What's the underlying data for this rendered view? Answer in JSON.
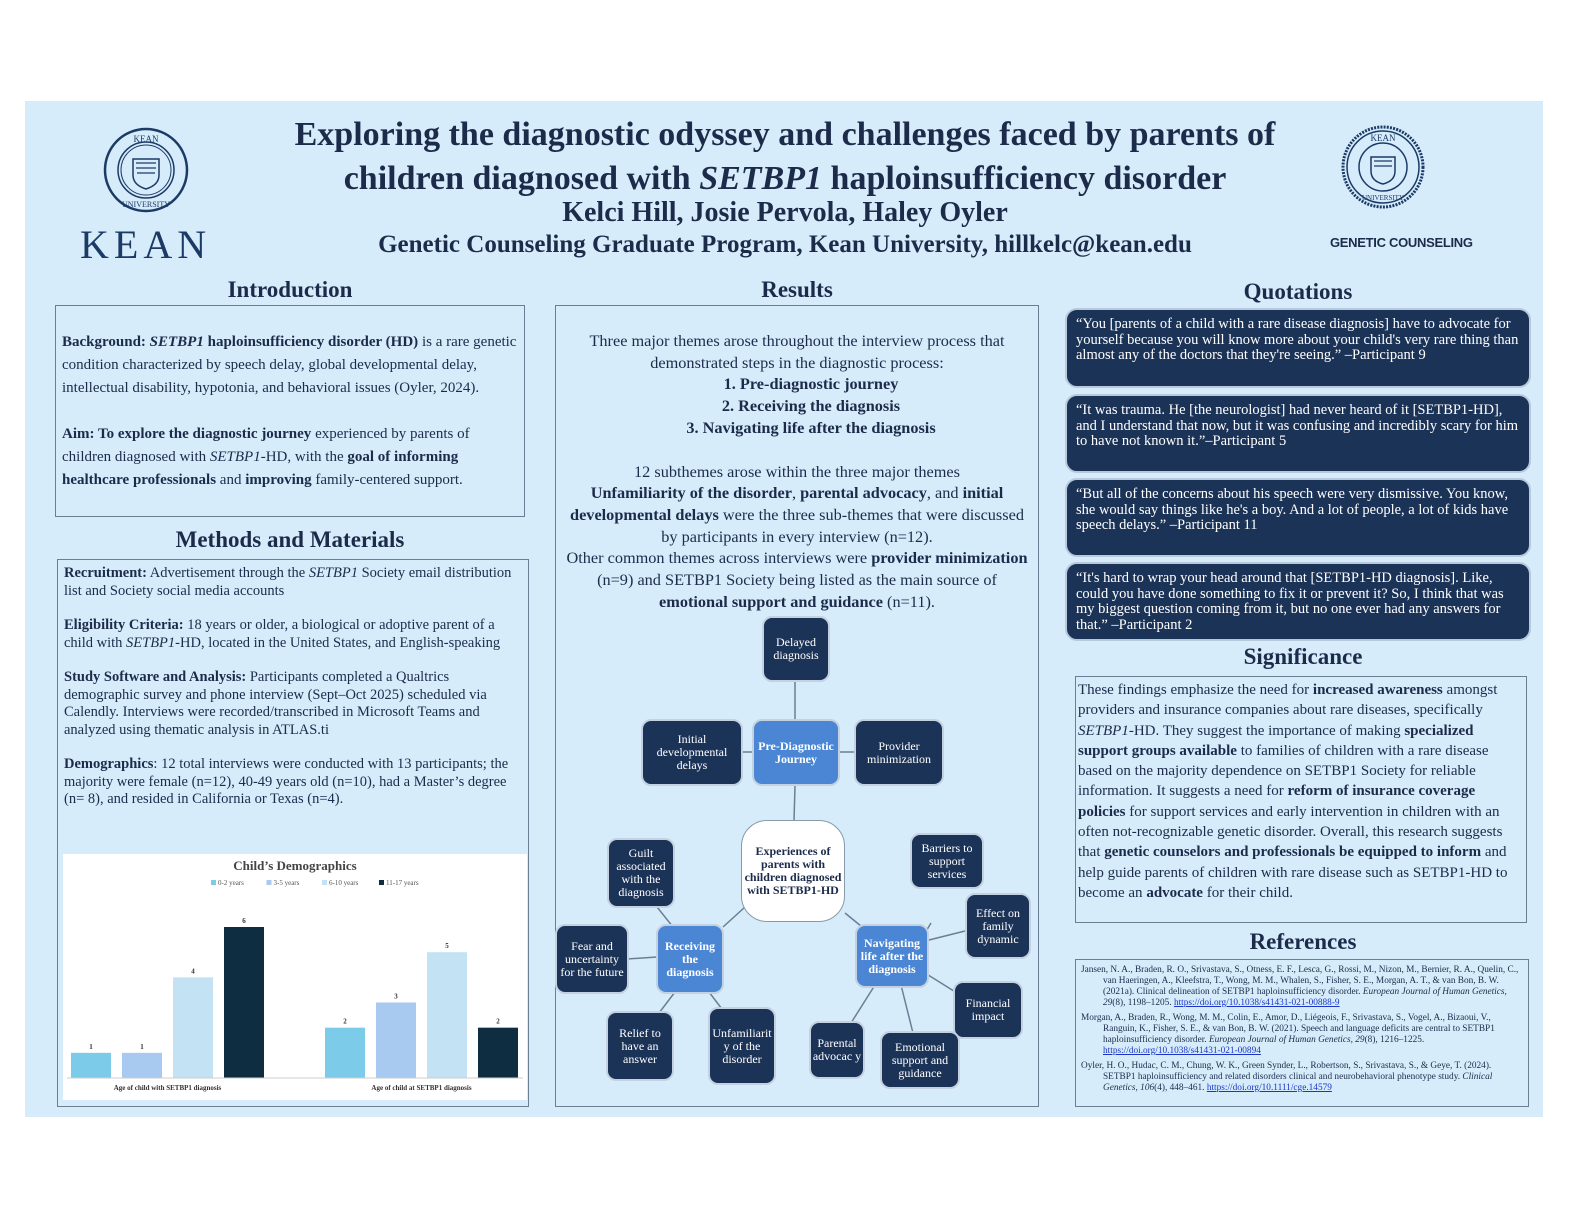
{
  "header": {
    "title_line1": "Exploring the diagnostic odyssey and challenges faced by parents of",
    "title_line2_a": "children diagnosed with ",
    "title_line2_gene": "SETBP1",
    "title_line2_b": " haploinsufficiency disorder",
    "authors": "Kelci Hill, Josie Pervola, Haley Oyler",
    "affiliation": "Genetic Counseling Graduate Program, Kean University, hillkelc@kean.edu",
    "left_logo_word": "KEAN",
    "right_logo_word": "GENETIC COUNSELING",
    "seal_text": "KEAN UNIVERSITY"
  },
  "introduction": {
    "title": "Introduction",
    "bg_label": "Background: ",
    "bg_gene": "SETBP1",
    "bg_bold": " haploinsufficiency disorder (HD)",
    "bg_text": " is a rare genetic condition characterized by speech delay, global developmental delay, intellectual disability, hypotonia, and behavioral issues (Oyler, 2024).",
    "aim_bold": "Aim: To explore the diagnostic journey",
    "aim_text1": " experienced by parents of children diagnosed with ",
    "aim_gene": "SETBP1",
    "aim_text2": "-HD, with the ",
    "aim_bold2": "goal of informing healthcare professionals",
    "aim_text3": " and ",
    "aim_bold3": "improving",
    "aim_text4": " family-centered support."
  },
  "methods": {
    "title": "Methods and Materials",
    "recruit_label": "Recruitment:",
    "recruit_text1": " Advertisement through the ",
    "recruit_gene": "SETBP1",
    "recruit_text2": " Society email distribution list and Society social media accounts",
    "elig_label": "Eligibility Criteria:",
    "elig_text1": " 18 years or older, a biological or adoptive parent of a child with ",
    "elig_gene": "SETBP1",
    "elig_text2": "-HD, located in the United States, and English-speaking",
    "soft_label": "Study Software and Analysis:",
    "soft_text": " Participants completed a Qualtrics demographic survey and phone interview (Sept–Oct 2025) scheduled via Calendly. Interviews were recorded/transcribed in Microsoft Teams and analyzed using thematic analysis in ATLAS.ti",
    "demo_label": "Demographics",
    "demo_text": ": 12 total interviews were conducted with 13 participants; the majority were female (n=12), 40-49 years old (n=10), had a Master’s degree (n= 8), and resided in California or Texas (n=4)."
  },
  "chart_data": {
    "type": "bar",
    "title": "Child’s Demographics",
    "categories": [
      "Age of child with SETBP1 diagnosis",
      "Age of child at SETBP1 diagnosis"
    ],
    "series": [
      {
        "name": "0-2 years",
        "values": [
          1,
          2
        ],
        "color": "#7ccbe8"
      },
      {
        "name": "3-5 years",
        "values": [
          1,
          3
        ],
        "color": "#a8caf0"
      },
      {
        "name": "6-10 years",
        "values": [
          4,
          5
        ],
        "color": "#c3e3f5"
      },
      {
        "name": "11-17 years",
        "values": [
          6,
          2
        ],
        "color": "#0f2d40"
      }
    ],
    "ylim": [
      0,
      6
    ],
    "legend": "top"
  },
  "results": {
    "title": "Results",
    "intro": "Three major themes arose throughout the interview process that demonstrated steps in the diagnostic process:",
    "themes": [
      "1.  Pre-diagnostic journey",
      "2.  Receiving the diagnosis",
      "3.  Navigating life after the diagnosis"
    ],
    "sub_line": "12 subthemes arose within the three major themes",
    "p2_b1": "Unfamiliarity of the disorder",
    "p2_t1": ", ",
    "p2_b2": "parental advocacy",
    "p2_t2": ", and ",
    "p2_b3": "initial developmental delays",
    "p2_t3": " were the three sub-themes that were discussed by participants in every interview (n=12).",
    "p3_t1": "Other common themes across interviews were ",
    "p3_b1": "provider minimization",
    "p3_t2": " (n=9) and SETBP1 Society being listed as the main source of ",
    "p3_b2": "emotional support and guidance",
    "p3_t3": " (n=11)."
  },
  "diagram": {
    "center": "Experiences of parents with children diagnosed with SETBP1-HD",
    "pre": "Pre-Diagnostic Journey",
    "receiving": "Receiving the diagnosis",
    "navigating": "Navigating life after the diagnosis",
    "delayed": "Delayed diagnosis",
    "initial": "Initial developmental delays",
    "provider": "Provider minimization",
    "guilt": "Guilt associated with the diagnosis",
    "fear": "Fear and uncertainty for the future",
    "relief": "Relief to have an answer",
    "unfamiliar": "Unfamiliarit y of the disorder",
    "barriers": "Barriers to support services",
    "effect": "Effect on family dynamic",
    "financial": "Financial impact",
    "emotional": "Emotional support and guidance",
    "parental": "Parental advocac y"
  },
  "quotations": {
    "title": "Quotations",
    "items": [
      "“You [parents of a child with a rare disease diagnosis] have to advocate for yourself because you will know more about your child's very rare thing than almost any of the doctors that they're seeing.” –Participant 9",
      "“It was trauma. He [the neurologist] had never heard of it [SETBP1-HD], and I understand that now, but it was confusing and incredibly scary for him to have not known it.”–Participant 5",
      "“But all of the concerns about his speech were very dismissive. You know, she would say things like he's a boy. And a lot of people, a lot of kids have speech delays.” –Participant 11",
      "“It's hard to wrap your head around that [SETBP1-HD diagnosis]. Like, could you have done something to fix it or prevent it? So, I think that was my biggest question coming from it, but no one ever had any answers for that.” –Participant 2"
    ]
  },
  "significance": {
    "title": "Significance",
    "t1": "These findings emphasize the need for ",
    "b1": "increased awareness",
    "t2": " amongst providers and insurance companies about rare diseases, specifically ",
    "gene": "SETBP1",
    "t3": "-HD. They suggest the importance of making ",
    "b2": "specialized support groups available",
    "t4": " to families of children with a rare disease based on the majority dependence on SETBP1 Society for reliable information. It suggests a need for ",
    "b3": "reform of insurance coverage policies",
    "t5": " for support services and early intervention in children with an often not-recognizable genetic disorder. Overall, this research suggests that ",
    "b4": "genetic counselors and professionals be equipped to inform",
    "t6": " and help guide parents of children with rare disease such as SETBP1-HD to become an ",
    "b5": "advocate",
    "t7": " for their child."
  },
  "references": {
    "title": "References",
    "r1_text": "Jansen, N. A., Braden, R. O., Srivastava, S., Otness, E. F., Lesca, G., Rossi, M., Nizon, M., Bernier, R. A., Quelin, C., van Haeringen, A., Kleefstra, T., Wong, M. M., Whalen, S., Fisher, S. E., Morgan, A. T., & van Bon, B. W. (2021a). Clinical delineation of SETBP1 haploinsufficiency disorder. ",
    "r1_journal": "European Journal of Human Genetics, 29",
    "r1_pages": "(8), 1198–1205. ",
    "r1_link": "https://doi.org/10.1038/s41431-021-00888-9",
    "r2_text": "Morgan, A., Braden, R., Wong, M. M., Colin, E., Amor, D., Liégeois, F., Srivastava, S., Vogel, A., Bizaoui, V., Ranguin, K., Fisher, S. E., & van Bon, B. W. (2021). Speech and language deficits are central to SETBP1 haploinsufficiency disorder. ",
    "r2_journal": "European Journal of Human Genetics, 29",
    "r2_pages": "(8), 1216–1225. ",
    "r2_link": "https://doi.org/10.1038/s41431-021-00894",
    "r3_text": "Oyler, H. O., Hudac, C. M., Chung, W. K., Green Synder, L., Robertson, S., Srivastava, S., & Geye, T. (2024). SETBP1 haploinsufficiency and related disorders clinical and neurobehavioral phenotype study. ",
    "r3_journal": "Clinical Genetics, 106",
    "r3_pages": "(4), 448–461. ",
    "r3_link": "https://doi.org/10.1111/cge.14579"
  }
}
